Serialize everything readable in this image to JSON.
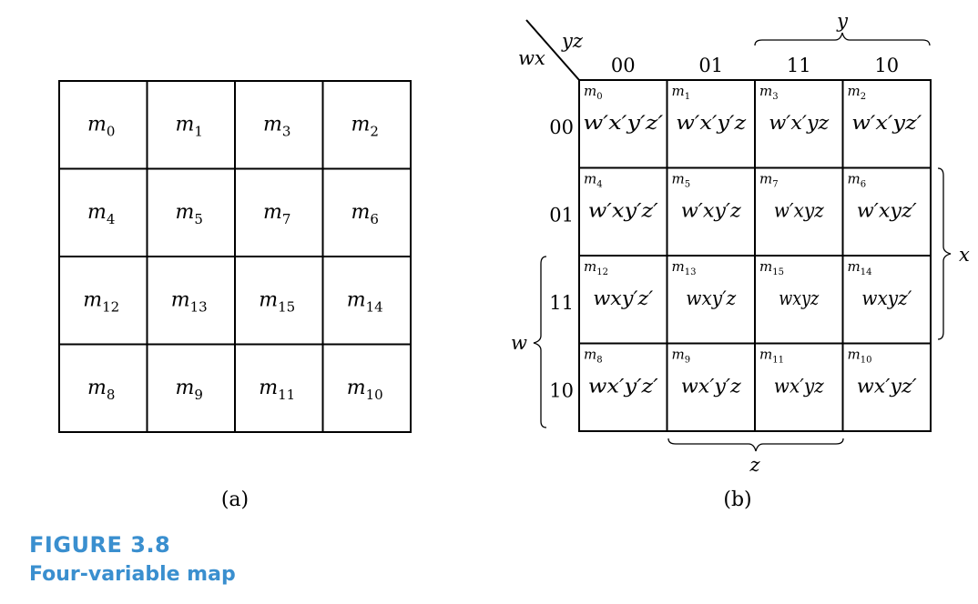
{
  "map_a": {
    "cells": [
      [
        "m0",
        "m1",
        "m3",
        "m2"
      ],
      [
        "m4",
        "m5",
        "m7",
        "m6"
      ],
      [
        "m12",
        "m13",
        "m15",
        "m14"
      ],
      [
        "m8",
        "m9",
        "m11",
        "m10"
      ]
    ],
    "label": "(a)"
  },
  "map_b": {
    "corner_row_var": "wx",
    "corner_col_var": "yz",
    "col_headers": [
      "00",
      "01",
      "11",
      "10"
    ],
    "row_headers": [
      "00",
      "01",
      "11",
      "10"
    ],
    "minterm_labels": [
      [
        "m0",
        "m1",
        "m3",
        "m2"
      ],
      [
        "m4",
        "m5",
        "m7",
        "m6"
      ],
      [
        "m12",
        "m13",
        "m15",
        "m14"
      ],
      [
        "m8",
        "m9",
        "m11",
        "m10"
      ]
    ],
    "expressions": [
      [
        "w′x′y′z′",
        "w′x′y′z",
        "w′x′yz",
        "w′x′yz′"
      ],
      [
        "w′xy′z′",
        "w′xy′z",
        "w′xyz",
        "w′xyz′"
      ],
      [
        "wxy′z′",
        "wxy′z",
        "wxyz",
        "wxyz′"
      ],
      [
        "wx′y′z′",
        "wx′y′z",
        "wx′yz",
        "wx′yz′"
      ]
    ],
    "brace_labels": {
      "top": "y",
      "right": "x",
      "left": "w",
      "bottom": "z"
    },
    "label": "(b)"
  },
  "caption": {
    "title": "FIGURE 3.8",
    "subtitle": "Four-variable map"
  }
}
